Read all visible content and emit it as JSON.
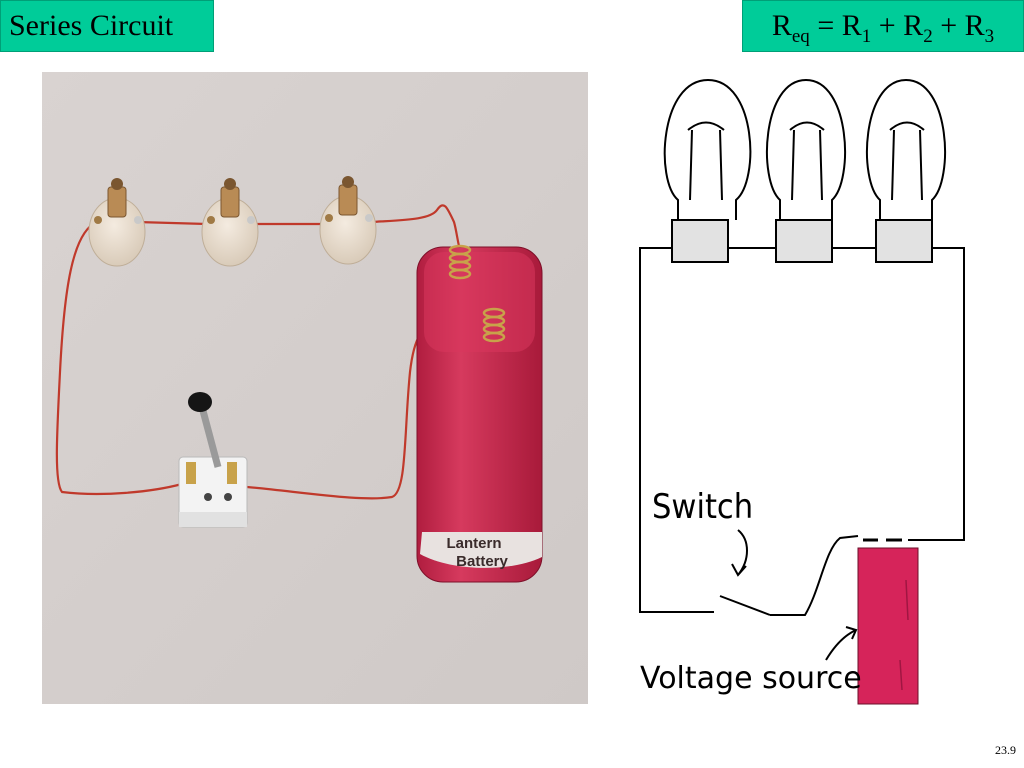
{
  "slide": {
    "title": "Series Circuit",
    "equation": {
      "lhs_base": "R",
      "lhs_sub": "eq",
      "op_equals": "=",
      "r1_base": "R",
      "r1_sub": "1",
      "plus1": "+",
      "r2_base": "R",
      "r2_sub": "2",
      "plus2": "+",
      "r3_base": "R",
      "r3_sub": "3"
    },
    "number": "23.9"
  },
  "photo": {
    "battery_label_line1": "Lantern",
    "battery_label_line2": "Battery"
  },
  "schematic": {
    "switch_label": "Switch",
    "source_label": "Voltage source"
  },
  "colors": {
    "title_bg": "#00cc99",
    "photo_bg": "#d8d2cf",
    "battery_red": "#c8234a",
    "schematic_battery": "#d6245a",
    "wire_red": "#c0392b"
  }
}
